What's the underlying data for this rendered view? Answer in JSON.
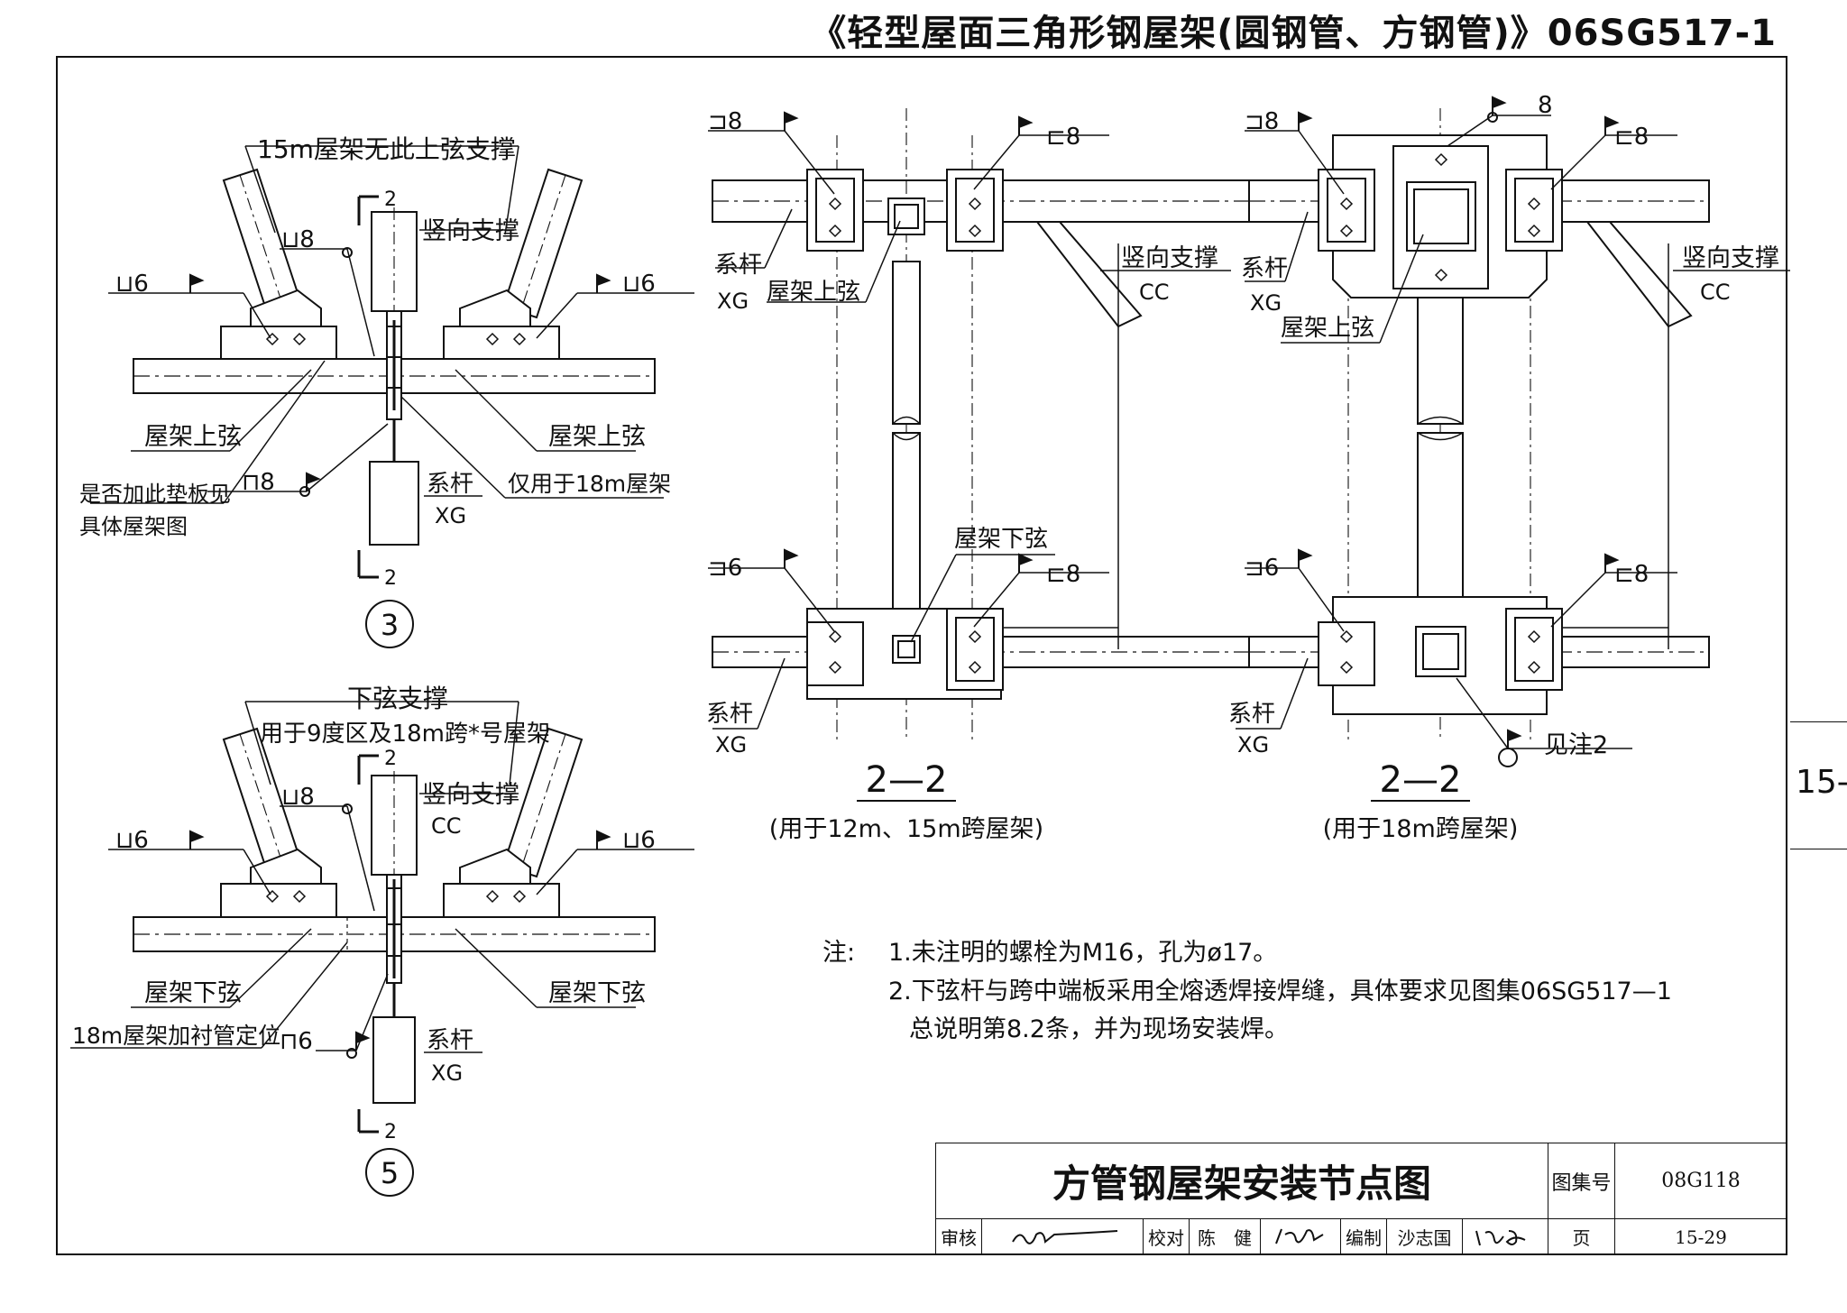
{
  "header": {
    "title": "《轻型屋面三角形钢屋架(圆钢管、方钢管)》06SG517-1"
  },
  "side_tab": "15-",
  "detail3": {
    "top_note": "15m屋架无此上弦支撑",
    "weld_left": "6",
    "weld_right": "6",
    "weld_post": "8",
    "section_top": "2",
    "section_bottom": "2",
    "vertical_brace": "竖向支撑",
    "chord_left": "屋架上弦",
    "chord_right": "屋架上弦",
    "pad_note_1": "是否加此垫板见",
    "pad_note_2": "具体屋架图",
    "pad_weld": "8",
    "tie_label": "系杆",
    "tie_code": "XG",
    "only18": "仅用于18m屋架",
    "number": "3"
  },
  "detail5": {
    "title": "下弦支撑",
    "subtitle": "用于9度区及18m跨*号屋架",
    "weld_left": "6",
    "weld_right": "6",
    "weld_post": "8",
    "section_top": "2",
    "section_bottom": "2",
    "vertical_brace": "竖向支撑",
    "vertical_code": "CC",
    "chord_left": "屋架下弦",
    "chord_right": "屋架下弦",
    "liner_note": "18m屋架加衬管定位",
    "liner_weld": "6",
    "tie_label": "系杆",
    "tie_code": "XG",
    "number": "5"
  },
  "section_a": {
    "weld_tl": "8",
    "weld_tr": "8",
    "weld_bl": "6",
    "weld_br": "8",
    "tie_label": "系杆",
    "tie_code": "XG",
    "upper_chord": "屋架上弦",
    "vertical_brace": "竖向支撑",
    "vertical_code": "CC",
    "lower_chord": "屋架下弦",
    "tie_label_b": "系杆",
    "tie_code_b": "XG",
    "mark": "2—2",
    "caption": "(用于12m、15m跨屋架)"
  },
  "section_b": {
    "weld_tl": "8",
    "weld_top": "8",
    "weld_tr": "8",
    "weld_bl": "6",
    "weld_br": "8",
    "tie_label": "系杆",
    "tie_code": "XG",
    "upper_chord": "屋架上弦",
    "vertical_brace": "竖向支撑",
    "vertical_code": "CC",
    "tie_label_b": "系杆",
    "tie_code_b": "XG",
    "see_note": "见注2",
    "mark": "2—2",
    "caption": "(用于18m跨屋架)"
  },
  "notes": {
    "label": "注:",
    "line1": "1.未注明的螺栓为M16，孔为ø17。",
    "line2": "2.下弦杆与跨中端板采用全熔透焊接焊缝，具体要求见图集06SG517—1",
    "line3": "总说明第8.2条，并为现场安装焊。"
  },
  "title_block": {
    "drawing_title": "方管钢屋架安装节点图",
    "atlas_label": "图集号",
    "atlas_no": "08G118",
    "review_label": "审核",
    "check_label": "校对",
    "checker": "陈　健",
    "edit_label": "编制",
    "editor": "沙志国",
    "page_label": "页",
    "page_no": "15-29"
  }
}
